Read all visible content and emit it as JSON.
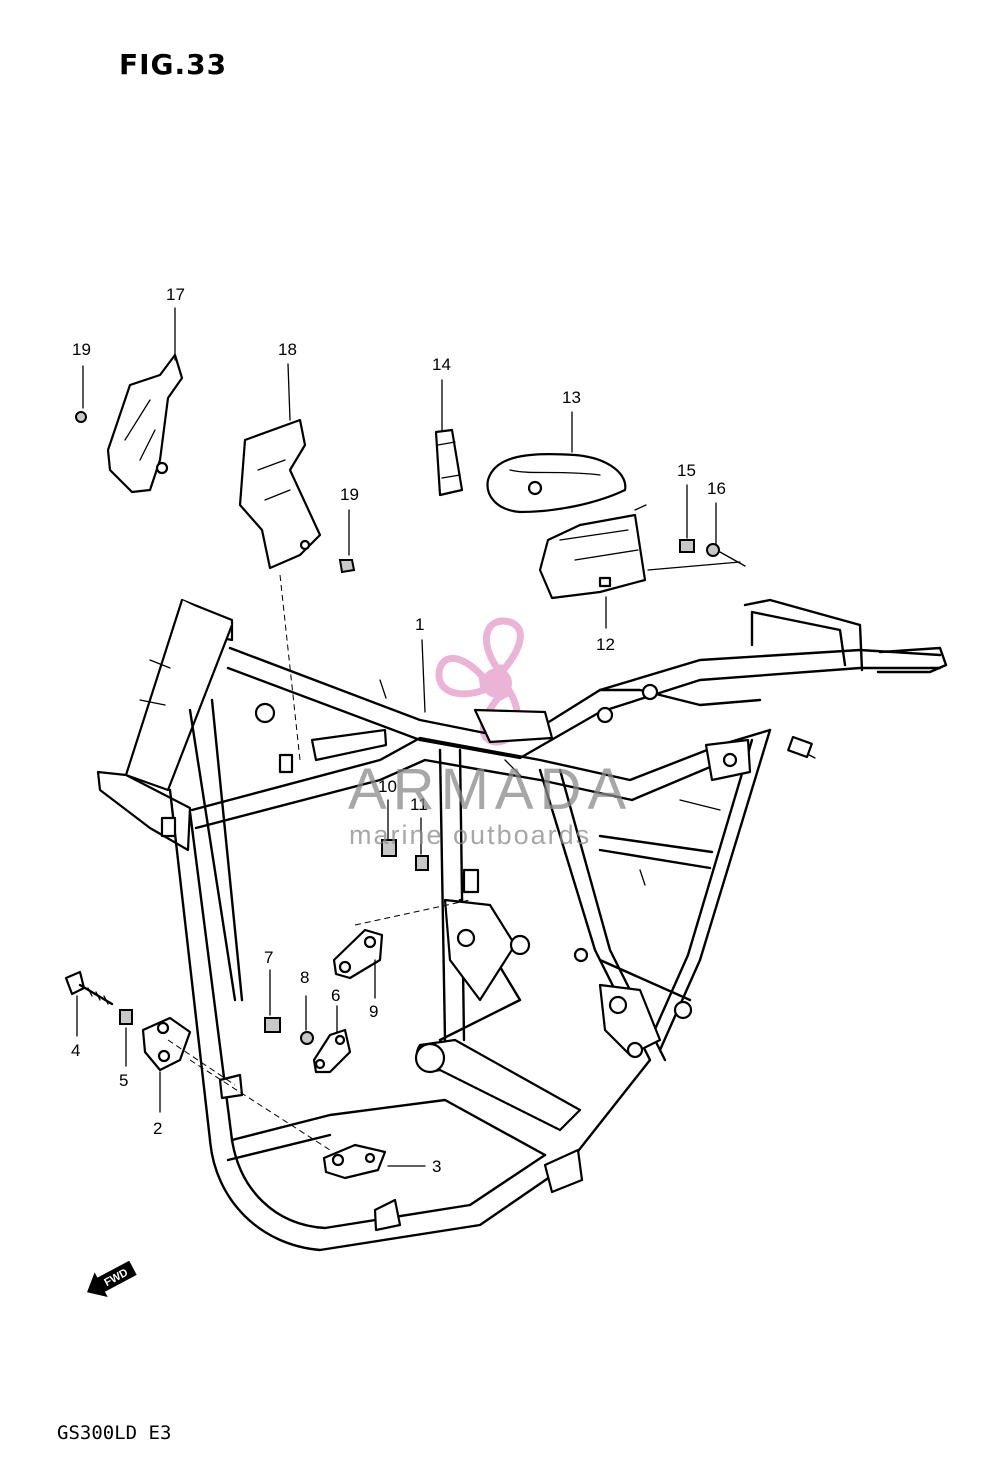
{
  "figure": {
    "title": "FIG.33",
    "model_code": "GS300LD E3"
  },
  "watermark": {
    "brand": "ARMADA",
    "subtitle": "marine outboards",
    "logo_color": "#e8a6cf"
  },
  "direction_marker": "FWD",
  "callouts": [
    {
      "id": "callout-1",
      "label": "1"
    },
    {
      "id": "callout-2",
      "label": "2"
    },
    {
      "id": "callout-3",
      "label": "3"
    },
    {
      "id": "callout-4",
      "label": "4"
    },
    {
      "id": "callout-5",
      "label": "5"
    },
    {
      "id": "callout-6",
      "label": "6"
    },
    {
      "id": "callout-7",
      "label": "7"
    },
    {
      "id": "callout-8",
      "label": "8"
    },
    {
      "id": "callout-9",
      "label": "9"
    },
    {
      "id": "callout-10",
      "label": "10"
    },
    {
      "id": "callout-11",
      "label": "11"
    },
    {
      "id": "callout-12",
      "label": "12"
    },
    {
      "id": "callout-13",
      "label": "13"
    },
    {
      "id": "callout-14",
      "label": "14"
    },
    {
      "id": "callout-15",
      "label": "15"
    },
    {
      "id": "callout-16",
      "label": "16"
    },
    {
      "id": "callout-17",
      "label": "17"
    },
    {
      "id": "callout-18",
      "label": "18"
    },
    {
      "id": "callout-19a",
      "label": "19"
    },
    {
      "id": "callout-19b",
      "label": "19"
    }
  ]
}
